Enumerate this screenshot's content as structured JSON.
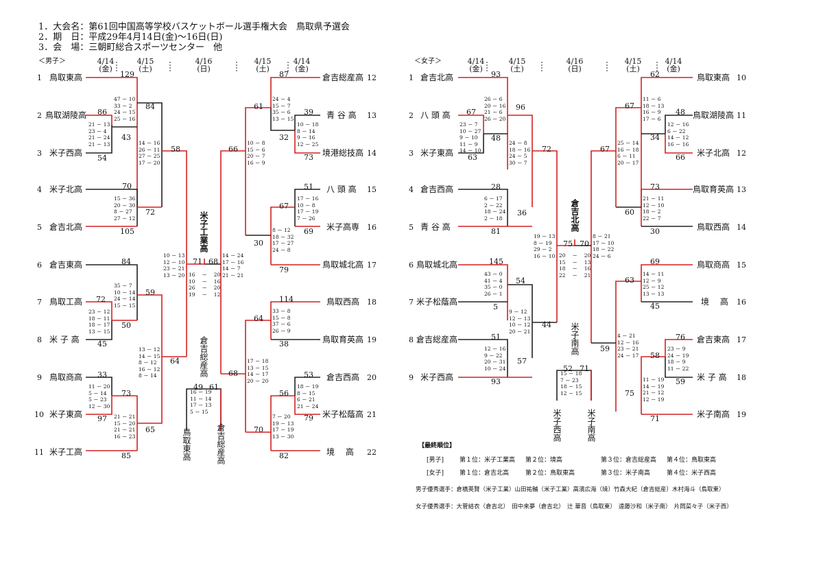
{
  "header": {
    "line1": "1．大会名：第61回中国高等学校バスケットボール選手権大会　鳥取県予選会",
    "line2": "2．期　日：平成29年4月14日(金)～16日(日)",
    "line3": "3．会　場：三朝町総合スポーツセンター　他"
  },
  "boys": {
    "section_label": "＜男子＞",
    "dates": [
      {
        "d": "4/14",
        "w": "(金)"
      },
      {
        "d": "4/15",
        "w": "(土)"
      },
      {
        "d": "4/16",
        "w": "(日)"
      },
      {
        "d": "4/15",
        "w": "(土)"
      },
      {
        "d": "4/14",
        "w": "(金)"
      }
    ],
    "left_teams": [
      "鳥取東高",
      "鳥取湖陵高",
      "米子西高",
      "米子北高",
      "倉吉北高",
      "倉吉東高",
      "鳥取工高",
      "米 子 高",
      "鳥取商高",
      "米子東高",
      "米子工高"
    ],
    "right_teams": [
      "倉吉総産高",
      "青 谷 高",
      "境港総技高",
      "八 頭 高",
      "米子高専",
      "鳥取城北高",
      "鳥取西高",
      "鳥取育英高",
      "倉吉西高",
      "米子松蔭高",
      "境　 高"
    ],
    "champion": "米子工業高",
    "third_a": "倉吉総産高",
    "third_b_left": "鳥取東高",
    "third_b_right": "倉吉総産高"
  },
  "girls": {
    "section_label": "＜女子＞",
    "dates": [
      {
        "d": "4/14",
        "w": "(金)"
      },
      {
        "d": "4/15",
        "w": "(土)"
      },
      {
        "d": "4/16",
        "w": "(日)"
      },
      {
        "d": "4/15",
        "w": "(土)"
      },
      {
        "d": "4/14",
        "w": "(金)"
      }
    ],
    "left_teams": [
      "倉吉北高",
      "八 頭 高",
      "米子東高",
      "倉吉西高",
      "青 谷 高",
      "鳥取城北高",
      "米子松蔭高",
      "倉吉総産高",
      "米子西高"
    ],
    "right_teams": [
      "鳥取東高",
      "鳥取湖陵高",
      "米子北高",
      "鳥取育英高",
      "鳥取西高",
      "鳥取商高",
      "境　 高",
      "倉吉東高",
      "米 子 高",
      "米子南高"
    ],
    "champion": "倉吉北高",
    "finalist": "米子南高",
    "third_left": "米子西高",
    "third_right": "米子南高"
  },
  "scores": {
    "b_l_r1a": [
      "47 － 10",
      "33 － 2",
      "24 － 15",
      "25 － 16"
    ],
    "b_l_r1b": [
      "21 － 13",
      "23 － 4",
      "21 － 24",
      "21 － 13"
    ],
    "b_l_r1c": [
      "15 － 36",
      "20 － 30",
      "8 － 27",
      "27 － 12"
    ],
    "b_l_r1d": [
      "35 － 7",
      "10 － 14",
      "24 － 14",
      "15 － 15"
    ],
    "b_l_r1e": [
      "23 － 12",
      "18 － 11",
      "18 － 17",
      "13 － 15"
    ],
    "b_l_r1f": [
      "11 － 20",
      "5 － 14",
      "5 － 23",
      "12 － 30"
    ],
    "b_l_r1g": [
      "21 － 21",
      "15 － 20",
      "21 － 21",
      "16 － 23"
    ],
    "b_l_r2a": [
      "14 － 16",
      "26 － 11",
      "27 － 25",
      "17 － 20"
    ],
    "b_l_r2b": [
      "13 － 12",
      "14 － 15",
      "8 － 12",
      "16 － 12",
      "8 － 14"
    ],
    "b_l_semi": [
      "10 － 13",
      "12 － 10",
      "23 － 21",
      "13 － 20"
    ],
    "b_final": [
      "16 　－　 20",
      "10 　－　 16",
      "26 　－　 20",
      "19 　－　 12"
    ],
    "b_r_semi": [
      "14 － 24",
      "17 － 16",
      "14 － 7",
      "21 － 21"
    ],
    "b_r_r2a": [
      "10 － 8",
      "15 － 6",
      "20 － 7",
      "16 － 9"
    ],
    "b_r_r2b": [
      "17 － 18",
      "13 － 15",
      "14 － 17",
      "20 － 20"
    ],
    "b_r_r1a": [
      "24 － 4",
      "15 － 7",
      "35 － 6",
      "13 － 15"
    ],
    "b_r_r1b": [
      "10 － 18",
      "8 － 14",
      "9 － 16",
      "12 － 25"
    ],
    "b_r_r1c": [
      "17 － 16",
      "10 － 8",
      "17 － 19",
      "7 － 26"
    ],
    "b_r_r1d": [
      "8 － 12",
      "18 － 32",
      "17 － 27",
      "24 － 8"
    ],
    "b_r_r1e": [
      "33 － 8",
      "15 － 8",
      "37 － 6",
      "26 － 9"
    ],
    "b_r_r1f": [
      "18 － 19",
      "8 － 15",
      "6 － 21",
      "21 － 24"
    ],
    "b_r_r1g": [
      "7 － 20",
      "19 － 13",
      "17 － 19",
      "13 － 30"
    ],
    "b_third": [
      "16 － 19",
      "11 － 14",
      "17 － 13",
      "5 － 15"
    ],
    "g_l_r1a": [
      "26 － 6",
      "20 － 16",
      "21 － 6",
      "26 － 20"
    ],
    "g_l_r1b": [
      "23 － 7",
      "10 － 27",
      "9 － 10",
      "11 － 9",
      "14 － 10"
    ],
    "g_l_r1c": [
      "6 － 17",
      "2 － 22",
      "18 － 24",
      "2 － 18"
    ],
    "g_l_r1d": [
      "43 － 0",
      "41 － 4",
      "35 － 0",
      "26 － 1"
    ],
    "g_l_r1e": [
      "12 － 16",
      "9 － 22",
      "20 － 31",
      "10 － 24"
    ],
    "g_l_r2a": [
      "24 － 8",
      "18 － 16",
      "24 － 5",
      "30 － 7"
    ],
    "g_l_r2b": [
      "9 － 12",
      "12 － 13",
      "10 － 12",
      "20 － 21"
    ],
    "g_l_semi": [
      "19 － 13",
      "8 － 19",
      "29 － 2",
      "16 － 10"
    ],
    "g_final": [
      "20 　－　 20",
      "15 　－　 13",
      "18 　－　 16",
      "22 　－　 21"
    ],
    "g_r_semi": [
      "8 － 21",
      "17 － 10",
      "18 － 22",
      "24 － 6"
    ],
    "g_r_r2a": [
      "25 － 14",
      "16 － 18",
      "6 － 11",
      "20 － 17"
    ],
    "g_r_r2b": [
      "4 － 21",
      "12 － 16",
      "23 － 21",
      "24 － 17"
    ],
    "g_r_r1a": [
      "11 － 6",
      "18 － 13",
      "16 － 9",
      "17 － 6"
    ],
    "g_r_r1b": [
      "12 － 16",
      "6 － 22",
      "14 － 12",
      "16 － 16"
    ],
    "g_r_r1c": [
      "21 － 11",
      "12 － 10",
      "18 － 2",
      "22 － 7"
    ],
    "g_r_r1d": [
      "14 － 11",
      "12 － 9",
      "25 － 12",
      "13 － 13"
    ],
    "g_r_r1e": [
      "23 － 9",
      "24 － 19",
      "18 － 9",
      "11 － 22"
    ],
    "g_r_r1f": [
      "11 － 19",
      "14 － 19",
      "21 － 12",
      "12 － 19"
    ],
    "g_third": [
      "15 － 18",
      "7 － 23",
      "18 － 15",
      "12 － 15"
    ]
  },
  "totals": {
    "boys": {
      "l1": "129",
      "l2": "86",
      "l2b": "43",
      "l3": "54",
      "l4": "70",
      "l5": "72",
      "l5b": "105",
      "l6": "84",
      "l7": "72",
      "l7b": "50",
      "l8": "45",
      "l9": "33",
      "l9b": "73",
      "l10": "97",
      "l11": "85",
      "lr2a": "84",
      "lr2b": "59",
      "lr2c": "64",
      "lr2d": "65",
      "lr3": "58",
      "lf": "71",
      "rf": "68",
      "rr3": "66",
      "rr3b": "68",
      "rr2a": "61",
      "rr2b": "30",
      "rr2c": "64",
      "rr2d": "70",
      "r12": "87",
      "r13": "39",
      "r13b": "32",
      "r14": "73",
      "r15": "51",
      "r16": "67",
      "r16b": "69",
      "r17": "79",
      "r18": "114",
      "r19": "38",
      "r20": "53",
      "r21": "56",
      "r21b": "79",
      "r22": "82",
      "third_l": "49",
      "third_r": "61"
    },
    "girls": {
      "l1": "93",
      "l2": "67",
      "l2b": "48",
      "l3": "63",
      "l4": "28",
      "l5": "36",
      "l5b": "81",
      "l6": "145",
      "l7": "5",
      "l8": "51",
      "l9": "57",
      "l9b": "93",
      "lr2a": "96",
      "lr2b": "54",
      "lr3": "72",
      "lr3b": "44",
      "lf": "75",
      "rf": "70",
      "rr3": "67",
      "rr3b": "59",
      "rr2a": "67",
      "rr2b": "60",
      "rr2c": "63",
      "rr2d": "75",
      "r10": "62",
      "r11": "48",
      "r11b": "34",
      "r12": "66",
      "r13": "73",
      "r14": "30",
      "r15": "69",
      "r16": "45",
      "r17": "76",
      "r17b": "58",
      "r18": "59",
      "r19": "71",
      "third_l": "52",
      "third_r": "71"
    }
  },
  "results": {
    "title": "【最終順位】",
    "boys_label": "[男子]",
    "boys": [
      "第１位：米子工業高",
      "第２位：境高",
      "第３位：倉吉総産高",
      "第４位：鳥取東高"
    ],
    "girls_label": "[女子]",
    "girls": [
      "第１位：倉吉北高",
      "第２位：鳥取東高",
      "第３位：米子南高",
      "第４位：米子西高"
    ],
    "boys_mvp": "男子優秀選手：倉橋英賢（米子工業）山田祐輔（米子工業）高濱広海（境）竹森大紀（倉吉総産）木村海斗（鳥取東）",
    "girls_mvp": "女子優秀選手：大菅結衣（倉吉北）　田中来夢（倉吉北）　辻 華音（鳥取東）　遠藤沙和（米子南）　片岡菜々子（米子西）"
  },
  "colors": {
    "win": "#d42020",
    "lose": "#222222"
  }
}
